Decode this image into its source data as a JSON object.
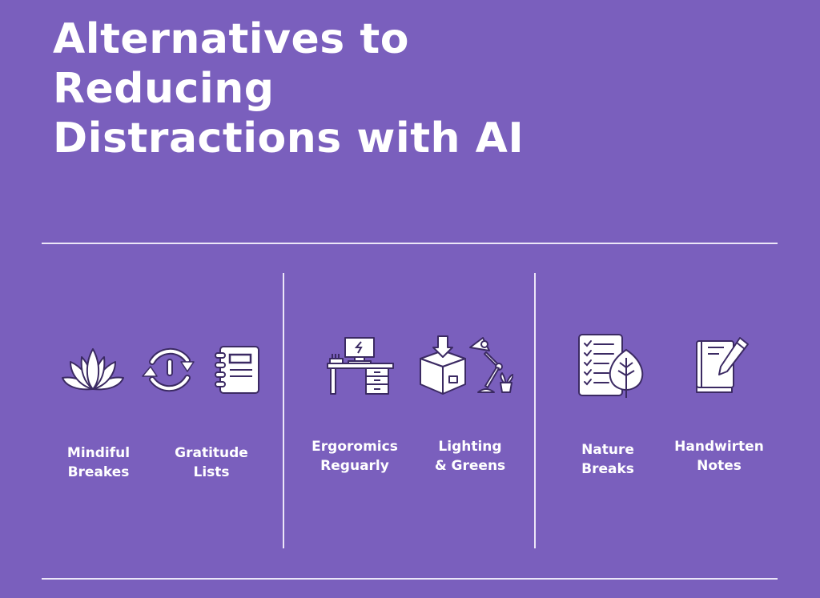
{
  "title": {
    "lines": [
      "Alternatives to",
      "Reducing",
      "Distractions with AI"
    ]
  },
  "colors": {
    "background": "#7a5fbd",
    "text": "#ffffff",
    "divider": "#ece6f8",
    "icon_fill": "#ffffff",
    "icon_stroke": "#3b2a63"
  },
  "sections": [
    {
      "items": [
        {
          "icon": "lotus-icon",
          "label_lines": [
            "Mindiful",
            "Breakes"
          ]
        },
        {
          "icon": "refresh-clock-icon",
          "label_lines": [
            "Gratitude",
            "Lists"
          ]
        },
        {
          "icon": "notebook-icon",
          "label_lines": []
        }
      ]
    },
    {
      "items": [
        {
          "icon": "desk-computer-icon",
          "label_lines": [
            "Ergoromics",
            "Reguarly"
          ]
        },
        {
          "icon": "box-download-icon",
          "label_lines": [
            "Lighting",
            "& Greens"
          ]
        },
        {
          "icon": "desk-lamp-plant-icon",
          "label_lines": []
        }
      ]
    },
    {
      "items": [
        {
          "icon": "checklist-leaf-icon",
          "label_lines": [
            "Nature",
            "Breaks"
          ]
        },
        {
          "icon": "book-pencil-icon",
          "label_lines": [
            "Handwirten",
            "Notes"
          ]
        }
      ]
    }
  ]
}
